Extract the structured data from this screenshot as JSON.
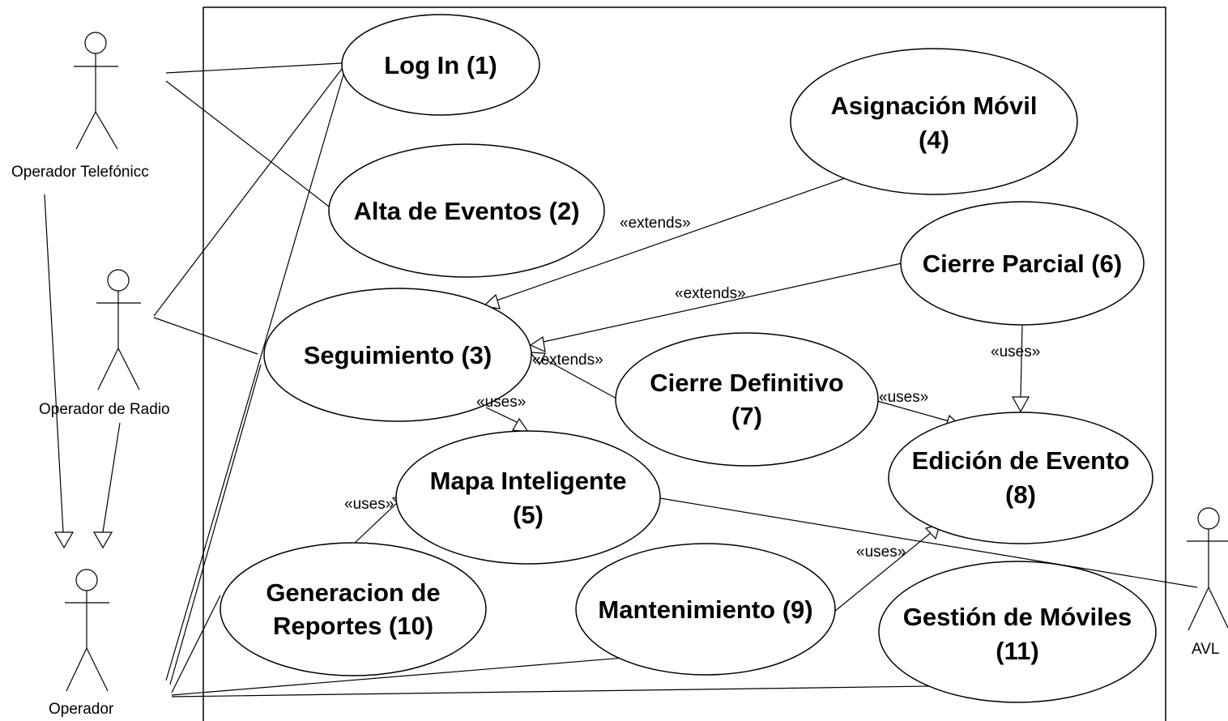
{
  "actors": {
    "telefonico": "Operador Telefónicc",
    "radio": "Operador de Radio",
    "operador": "Operador",
    "avl": "AVL"
  },
  "use_cases": {
    "login": [
      "Log In (1)"
    ],
    "alta": [
      "Alta de Eventos (2)"
    ],
    "seguimiento": [
      "Seguimiento (3)"
    ],
    "asignacion": [
      "Asignación Móvil",
      "(4)"
    ],
    "mapa": [
      "Mapa Inteligente",
      "(5)"
    ],
    "cierre_parcial": [
      "Cierre Parcial (6)"
    ],
    "cierre_definitivo": [
      "Cierre Definitivo",
      "(7)"
    ],
    "edicion": [
      "Edición de Evento",
      "(8)"
    ],
    "mantenimiento": [
      "Mantenimiento (9)"
    ],
    "reportes": [
      "Generacion de",
      "Reportes (10)"
    ],
    "gestion": [
      "Gestión de Móviles",
      "(11)"
    ]
  },
  "stereotypes": {
    "extends_asignacion": "«extends»",
    "extends_parcial": "«extends»",
    "extends_definitivo": "«extends»",
    "uses_seguimiento_mapa": "«uses»",
    "uses_parcial_edicion": "«uses»",
    "uses_definitivo_edicion": "«uses»",
    "uses_reportes_mapa": "«uses»",
    "uses_mantenimiento_edicion": "«uses»"
  }
}
